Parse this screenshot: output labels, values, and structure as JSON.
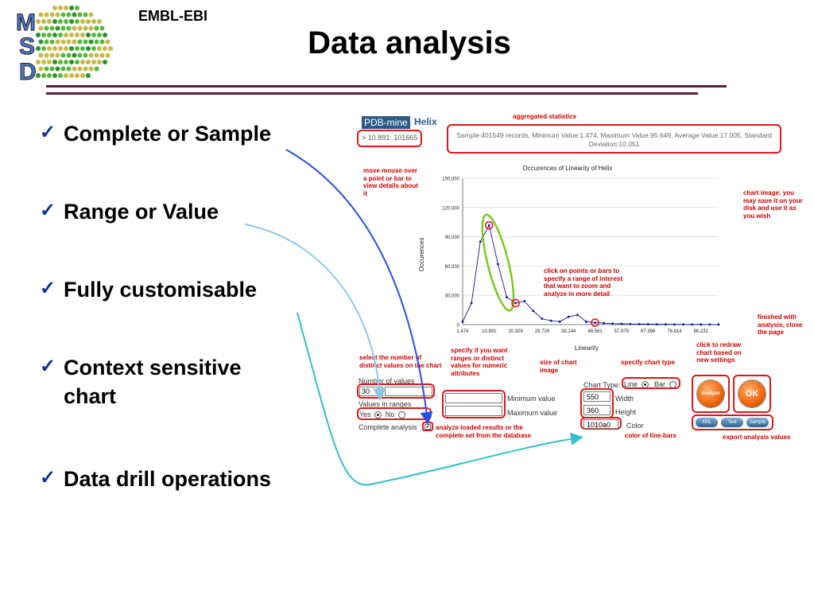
{
  "header": {
    "org": "EMBL-EBI",
    "title": "Data analysis",
    "logo_letters": [
      "M",
      "S",
      "D"
    ]
  },
  "bullets": [
    {
      "lines": [
        "Complete or Sample"
      ]
    },
    {
      "lines": [
        "Range or Value"
      ]
    },
    {
      "lines": [
        "Fully customisable"
      ]
    },
    {
      "lines": [
        "Context sensitive",
        "chart"
      ]
    },
    {
      "lines": [
        "Data drill operations"
      ]
    }
  ],
  "screenshot": {
    "brand": "PDB-mine",
    "module": "Helix",
    "selection_value": "> 10.891: 101665",
    "stats_lines": [
      "Sample:401549 records, Minimum Value:1.474, Maximum Value:95.649, Average Value:17.005, Standard",
      "Deviation:10.051"
    ],
    "controls": {
      "number_of_values_label": "Number of values",
      "number_of_values": "30",
      "values_in_ranges_label": "Values in ranges",
      "yes_label": "Yes",
      "no_label": "No",
      "complete_analysis_label": "Complete analysis",
      "minimum_label": "Minimum value",
      "maximum_label": "Maximum value",
      "chart_type_label": "Chart Type:",
      "line_label": "Line",
      "bar_label": "Bar",
      "width_value": "550",
      "width_label": "Width",
      "height_value": "360",
      "height_label": "Height",
      "color_value": "1010a0",
      "color_label": "Color",
      "analyze_button": "Analyze",
      "ok_button": "OK",
      "export_buttons": [
        "XML",
        "Text",
        "Sample"
      ]
    }
  },
  "annotations": {
    "aggregated": "aggregated statistics",
    "move_mouse": [
      "move mouse over",
      "a point or bar to",
      "view details about",
      "it"
    ],
    "chart_image": [
      "chart image: you",
      "may save it on your",
      "disk and use it as",
      "you wish"
    ],
    "click_points": [
      "click on points or bars to",
      "specify a range of interest",
      "that want to zoom and",
      "analyze in more detail"
    ],
    "finished": [
      "finished with",
      "analysis, close",
      "the page"
    ],
    "select_number": [
      "select the number of",
      "distinct values on the chart"
    ],
    "specify_ranges": [
      "specify if you want",
      "ranges or distinct",
      "values for numeric",
      "attributes"
    ],
    "size_of_chart": [
      "size of chart",
      "image"
    ],
    "specify_chart_type": "specify chart type",
    "click_redraw": [
      "click to redraw",
      "chart based on",
      "new settings"
    ],
    "analyze_loaded": [
      "analyze loaded results  or the",
      "complete set from the database"
    ],
    "color_of_lines": "color of line-bars",
    "export": "export analysis values"
  },
  "chart_data": {
    "type": "line",
    "title": "Occurences of Linearity of Helix",
    "xlabel": "Linearity",
    "ylabel": "Occurences",
    "ylim": [
      0,
      150000
    ],
    "yticks": [
      "0",
      "30,000",
      "60,000",
      "90,000",
      "120,000",
      "150,000"
    ],
    "xticks": [
      "1.474",
      "10.891",
      "20.309",
      "29.726",
      "39.144",
      "48.561",
      "57.979",
      "67.396",
      "76.814",
      "86.231"
    ],
    "x": [
      1.474,
      4.613,
      7.752,
      10.891,
      14.03,
      17.17,
      20.309,
      23.448,
      26.587,
      29.726,
      32.866,
      36.005,
      39.144,
      42.283,
      45.422,
      48.561,
      51.701,
      54.84,
      57.979,
      61.118,
      64.257,
      67.396,
      70.536,
      73.675,
      76.814,
      79.953,
      83.092,
      86.231,
      89.371,
      92.51
    ],
    "series": [
      {
        "values": [
          3000,
          22000,
          85000,
          101665,
          62000,
          28000,
          22000,
          24000,
          14000,
          6000,
          4000,
          3000,
          8000,
          10000,
          3000,
          2000,
          1500,
          1000,
          800,
          600,
          500,
          400,
          300,
          250,
          200,
          150,
          120,
          100,
          80,
          60
        ]
      }
    ],
    "grid": true,
    "color": "#1010a0"
  }
}
